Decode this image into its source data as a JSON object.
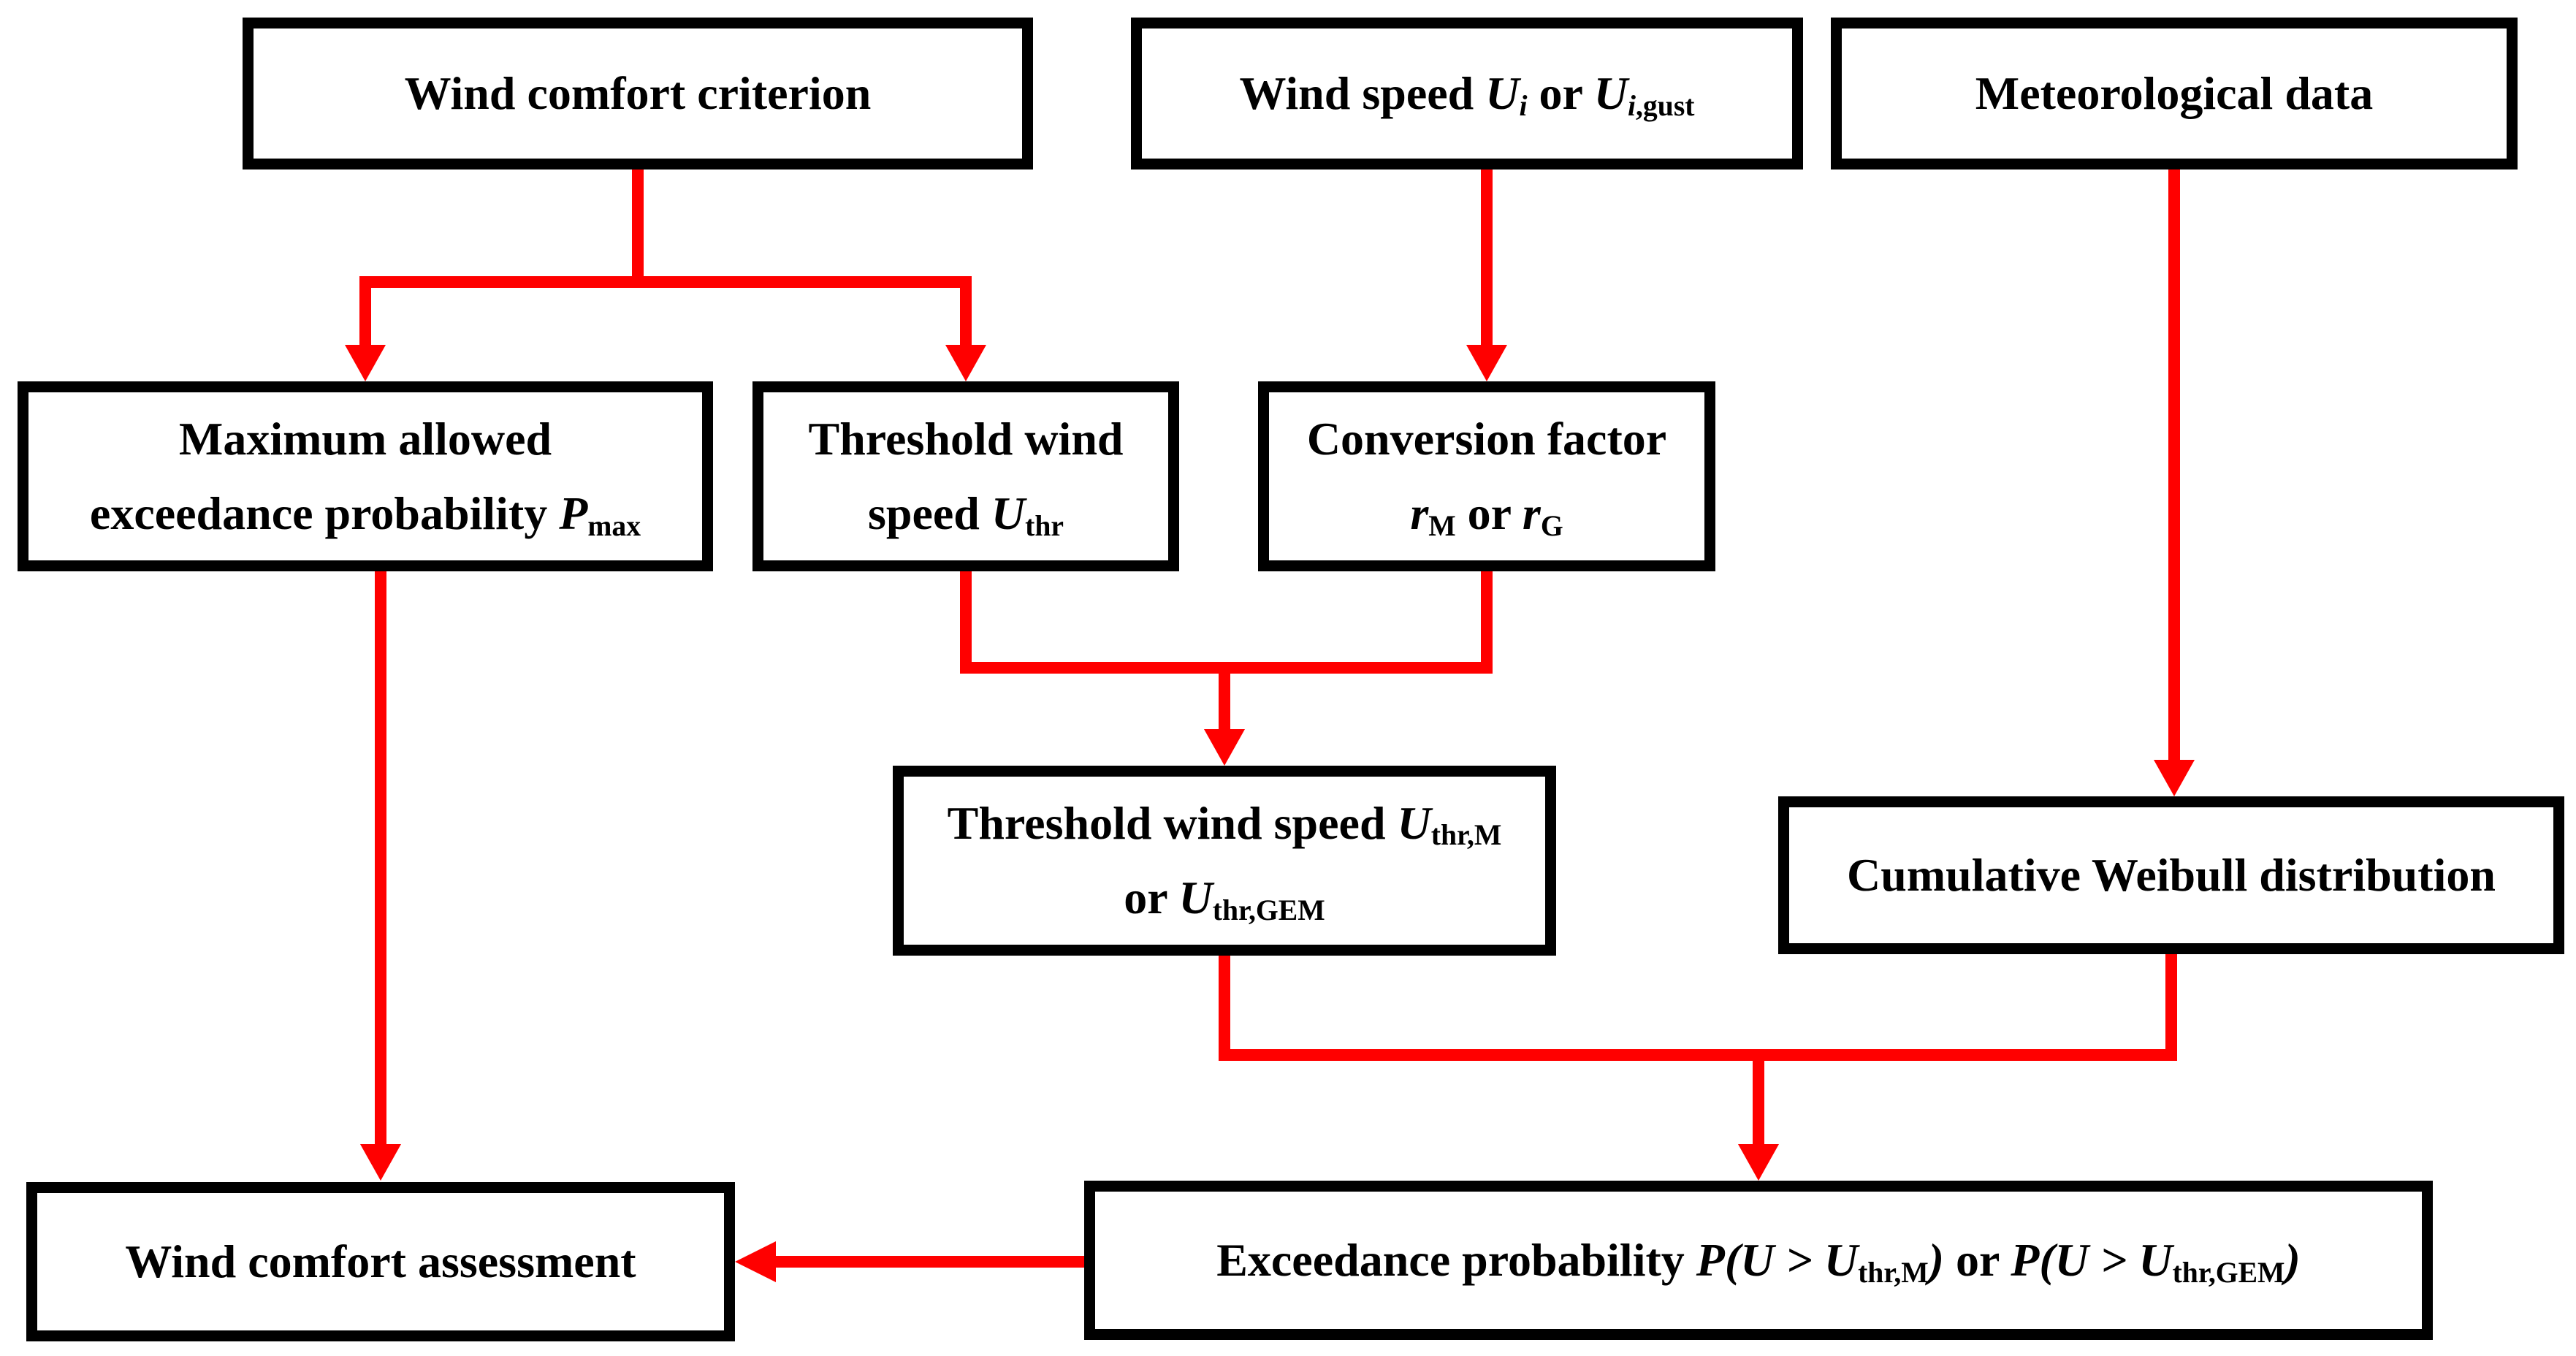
{
  "figure": {
    "type": "flowchart",
    "description": "Wind comfort assessment procedure flowchart"
  },
  "colors": {
    "arrow": "#ff0000",
    "border": "#000000",
    "background": "#ffffff",
    "text": "#000000"
  },
  "boxes": {
    "wind_comfort_criterion": {
      "label": "Wind comfort criterion",
      "lines": [
        [
          {
            "t": "Wind comfort criterion"
          }
        ]
      ]
    },
    "wind_speed": {
      "label": "Wind speed Ui or Ui,gust",
      "lines": [
        [
          {
            "t": "Wind speed "
          },
          {
            "t": "U",
            "s": "i"
          },
          {
            "t": "i",
            "s": "isub"
          },
          {
            "t": " or "
          },
          {
            "t": "U",
            "s": "i"
          },
          {
            "t": "i",
            "s": "isub"
          },
          {
            "t": ",gust",
            "s": "sub"
          }
        ]
      ]
    },
    "meteorological_data": {
      "label": "Meteorological data",
      "lines": [
        [
          {
            "t": "Meteorological data"
          }
        ]
      ]
    },
    "max_exceedance_probability": {
      "label": "Maximum allowed exceedance probability Pmax",
      "lines": [
        [
          {
            "t": "Maximum allowed"
          }
        ],
        [
          {
            "t": "exceedance probability "
          },
          {
            "t": "P",
            "s": "i"
          },
          {
            "t": "max",
            "s": "sub"
          }
        ]
      ]
    },
    "threshold_wind_speed": {
      "label": "Threshold wind speed Uthr",
      "lines": [
        [
          {
            "t": "Threshold wind"
          }
        ],
        [
          {
            "t": "speed "
          },
          {
            "t": "U",
            "s": "i"
          },
          {
            "t": "thr",
            "s": "sub"
          }
        ]
      ]
    },
    "conversion_factor": {
      "label": "Conversion factor rM or rG",
      "lines": [
        [
          {
            "t": "Conversion factor"
          }
        ],
        [
          {
            "t": "r",
            "s": "i"
          },
          {
            "t": "M",
            "s": "sub"
          },
          {
            "t": " or "
          },
          {
            "t": "r",
            "s": "i"
          },
          {
            "t": "G",
            "s": "sub"
          }
        ]
      ]
    },
    "threshold_wind_speed_converted": {
      "label": "Threshold wind speed Uthr,M or Uthr,GEM",
      "lines": [
        [
          {
            "t": "Threshold wind speed "
          },
          {
            "t": "U",
            "s": "i"
          },
          {
            "t": "thr,M",
            "s": "sub"
          }
        ],
        [
          {
            "t": "or "
          },
          {
            "t": "U",
            "s": "i"
          },
          {
            "t": "thr,GEM",
            "s": "sub"
          }
        ]
      ]
    },
    "cumulative_weibull": {
      "label": "Cumulative Weibull distribution",
      "lines": [
        [
          {
            "t": "Cumulative Weibull distribution"
          }
        ]
      ]
    },
    "wind_comfort_assessment": {
      "label": "Wind comfort assessment",
      "lines": [
        [
          {
            "t": "Wind comfort assessment"
          }
        ]
      ]
    },
    "exceedance_probability": {
      "label": "Exceedance probability P(U > Uthr,M) or P(U > Uthr,GEM)",
      "lines": [
        [
          {
            "t": "Exceedance probability "
          },
          {
            "t": "P(U > ",
            "s": "i"
          },
          {
            "t": "U",
            "s": "i"
          },
          {
            "t": "thr,M",
            "s": "sub"
          },
          {
            "t": ")",
            "s": "i"
          },
          {
            "t": " or "
          },
          {
            "t": "P(U > ",
            "s": "i"
          },
          {
            "t": "U",
            "s": "i"
          },
          {
            "t": "thr,GEM",
            "s": "sub"
          },
          {
            "t": ")",
            "s": "i"
          }
        ]
      ]
    }
  }
}
